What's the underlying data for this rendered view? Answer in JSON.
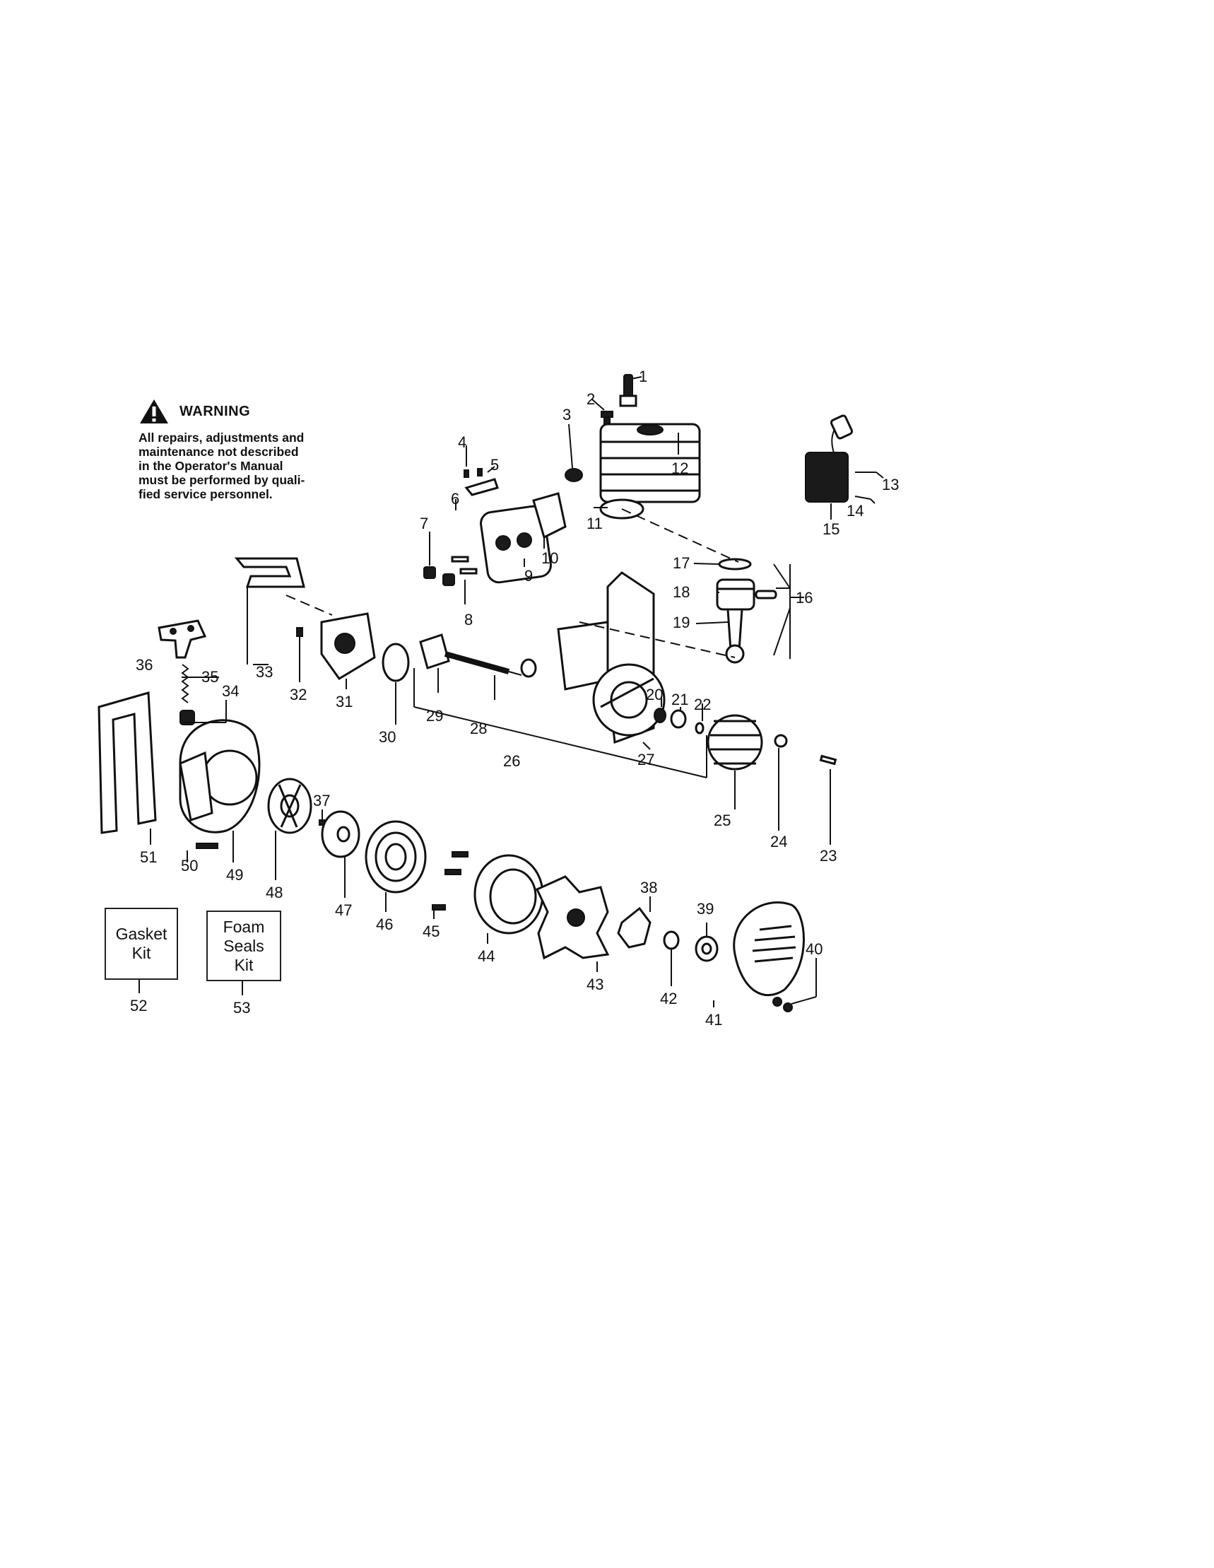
{
  "warning": {
    "title": "WARNING",
    "lines": [
      "All repairs, adjustments and",
      "maintenance not described",
      "in the Operator's Manual",
      "must be performed by quali-",
      "fied service personnel."
    ]
  },
  "callouts": [
    "1",
    "2",
    "3",
    "4",
    "5",
    "6",
    "7",
    "8",
    "9",
    "10",
    "11",
    "12",
    "13",
    "14",
    "15",
    "16",
    "17",
    "18",
    "19",
    "20",
    "21",
    "22",
    "23",
    "24",
    "25",
    "26",
    "27",
    "28",
    "29",
    "30",
    "31",
    "32",
    "33",
    "34",
    "35",
    "36",
    "37",
    "38",
    "39",
    "40",
    "41",
    "42",
    "43",
    "44",
    "45",
    "46",
    "47",
    "48",
    "49",
    "50",
    "51",
    "52",
    "53"
  ],
  "kits": {
    "gasket": {
      "lines": [
        "Gasket",
        "Kit"
      ],
      "number": "52"
    },
    "foam": {
      "lines": [
        "Foam",
        "Seals",
        "Kit"
      ],
      "number": "53"
    }
  }
}
